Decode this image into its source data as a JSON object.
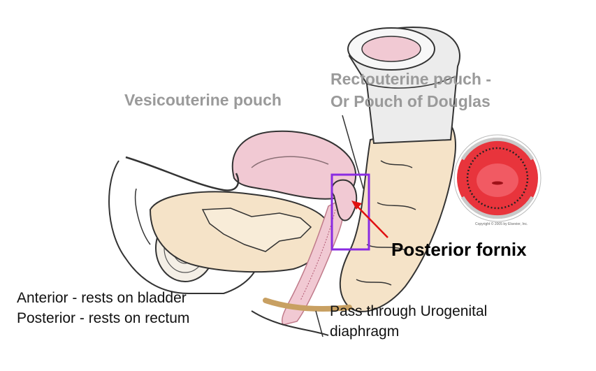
{
  "labels": {
    "vesicouterine": "Vesicouterine pouch",
    "rectouterine_line1": "Rectouterine pouch -",
    "rectouterine_line2": "Or Pouch of Douglas",
    "posterior_fornix": "Posterior fornix",
    "anterior": "Anterior - rests on bladder",
    "posterior": "Posterior - rests on rectum",
    "pass_line1": "Pass through Urogenital",
    "pass_line2": "diaphragm"
  },
  "inset": {
    "copyright": "Copyright © 2005 by Elsevier, Inc."
  },
  "colors": {
    "highlight_box": "#8a2be2",
    "arrow": "#e01010",
    "gray_text": "#9a9a9a",
    "tissue_fill": "#f5e3c8",
    "pink_fill": "#f1c9d3",
    "cervix_red": "#e8343c"
  }
}
